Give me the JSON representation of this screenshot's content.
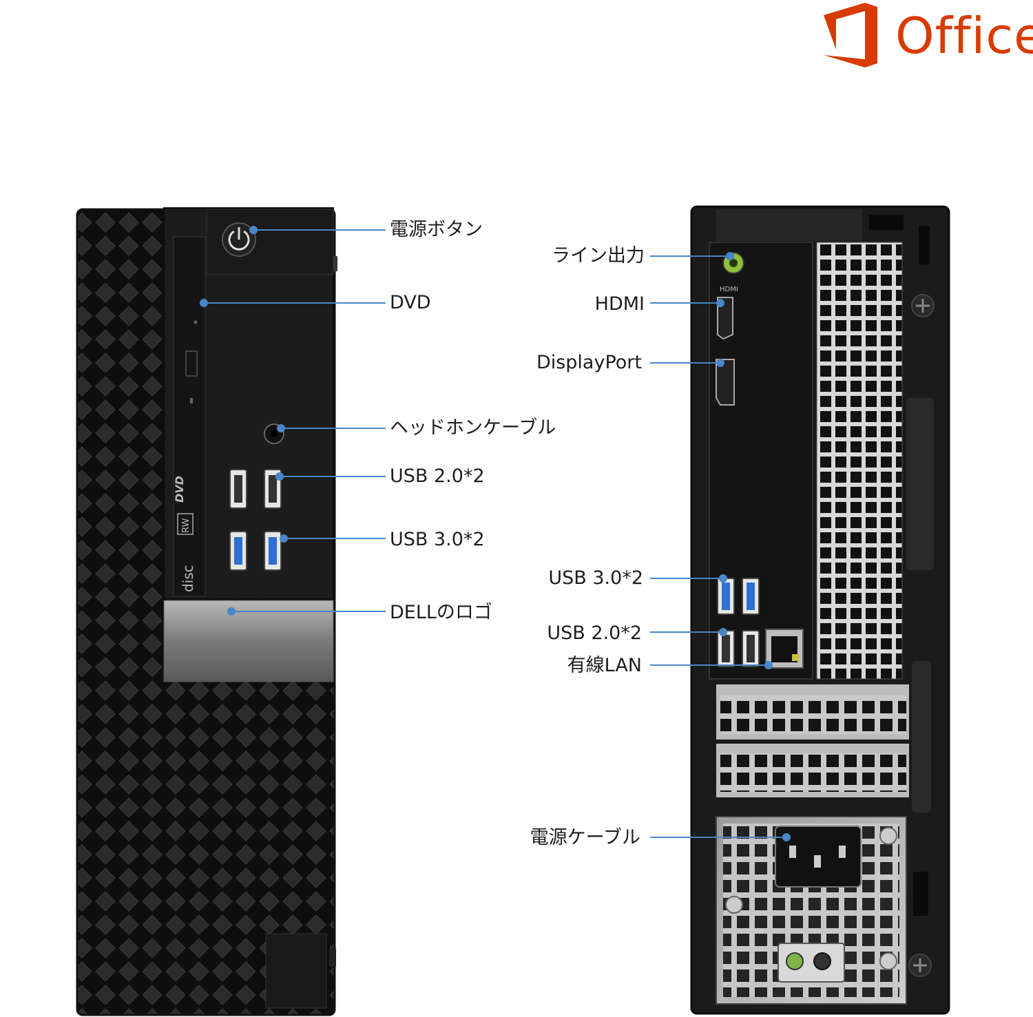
{
  "brand": {
    "word": "Office",
    "color": "#d83b01"
  },
  "callout_color": "#4a86c8",
  "front_labels": [
    {
      "id": "power",
      "text": "電源ボタン"
    },
    {
      "id": "dvd",
      "text": "DVD"
    },
    {
      "id": "headphone",
      "text": "ヘッドホンケーブル"
    },
    {
      "id": "usb2",
      "text": "USB 2.0*2"
    },
    {
      "id": "usb3",
      "text": "USB 3.0*2"
    },
    {
      "id": "logo",
      "text": "DELLのロゴ"
    }
  ],
  "rear_labels": [
    {
      "id": "lineout",
      "text": "ライン出力"
    },
    {
      "id": "hdmi",
      "text": "HDMI"
    },
    {
      "id": "dp",
      "text": "DisplayPort"
    },
    {
      "id": "usb3",
      "text": "USB 3.0*2"
    },
    {
      "id": "usb2",
      "text": "USB 2.0*2"
    },
    {
      "id": "lan",
      "text": "有線LAN"
    },
    {
      "id": "power",
      "text": "電源ケーブル"
    }
  ],
  "device_markings": {
    "dvd_logo": "DVD",
    "rw_badge": "RW",
    "disc_logo": "disc",
    "hdmi_mark": "HDMI"
  }
}
